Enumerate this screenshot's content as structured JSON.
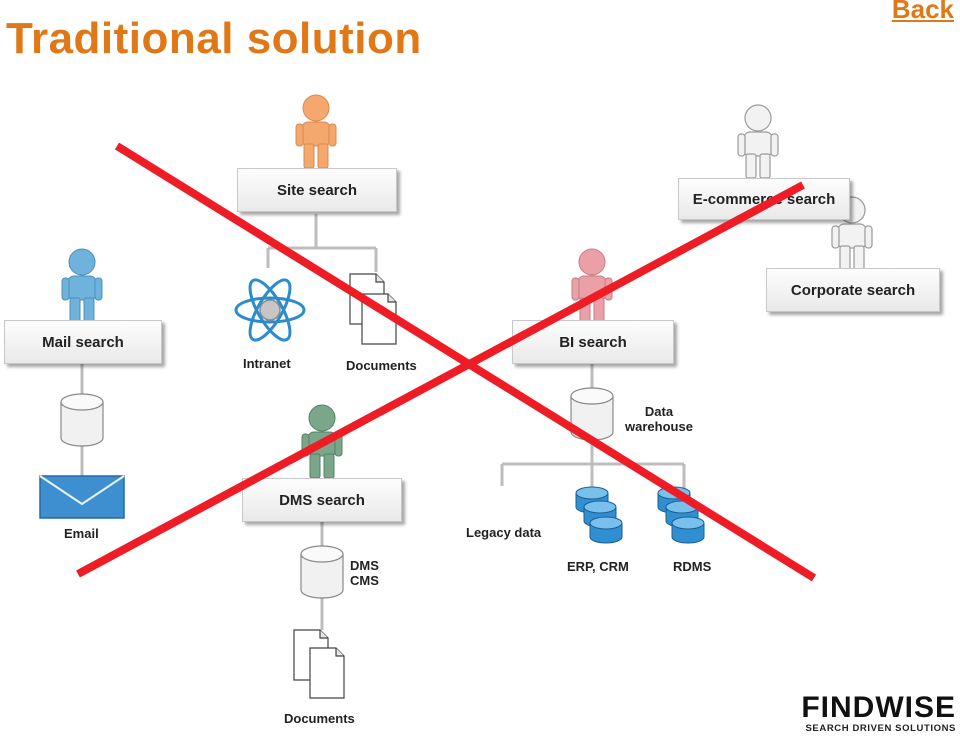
{
  "header": {
    "title": "Traditional solution",
    "back_label": "Back"
  },
  "nodes": {
    "site_search": "Site search",
    "ecommerce_search": "E-commerce search",
    "corporate_search": "Corporate search",
    "mail_search": "Mail search",
    "bi_search": "BI search",
    "dms_search": "DMS search"
  },
  "labels": {
    "intranet": "Intranet",
    "documents_top": "Documents",
    "data_warehouse_1": "Data",
    "data_warehouse_2": "warehouse",
    "email": "Email",
    "legacy_data": "Legacy data",
    "erp_crm": "ERP, CRM",
    "rdms": "RDMS",
    "dms_1": "DMS",
    "dms_2": "CMS",
    "documents_bottom": "Documents"
  },
  "colors": {
    "title": "#e07818",
    "cross": "#ee1c25",
    "person_orange": "#f5a86e",
    "person_white": "#f2f2f2",
    "person_blue": "#6fb2dc",
    "person_pink": "#eaa0a6",
    "person_green": "#7aa78a",
    "db_blue": "#2f8fd0",
    "envelope": "#3d8fcf"
  },
  "icons": [
    "person-icon",
    "atom-icon",
    "documents-icon",
    "database-icon",
    "envelope-icon"
  ],
  "logo": {
    "name": "FINDWISE",
    "tagline": "SEARCH DRIVEN SOLUTIONS"
  }
}
